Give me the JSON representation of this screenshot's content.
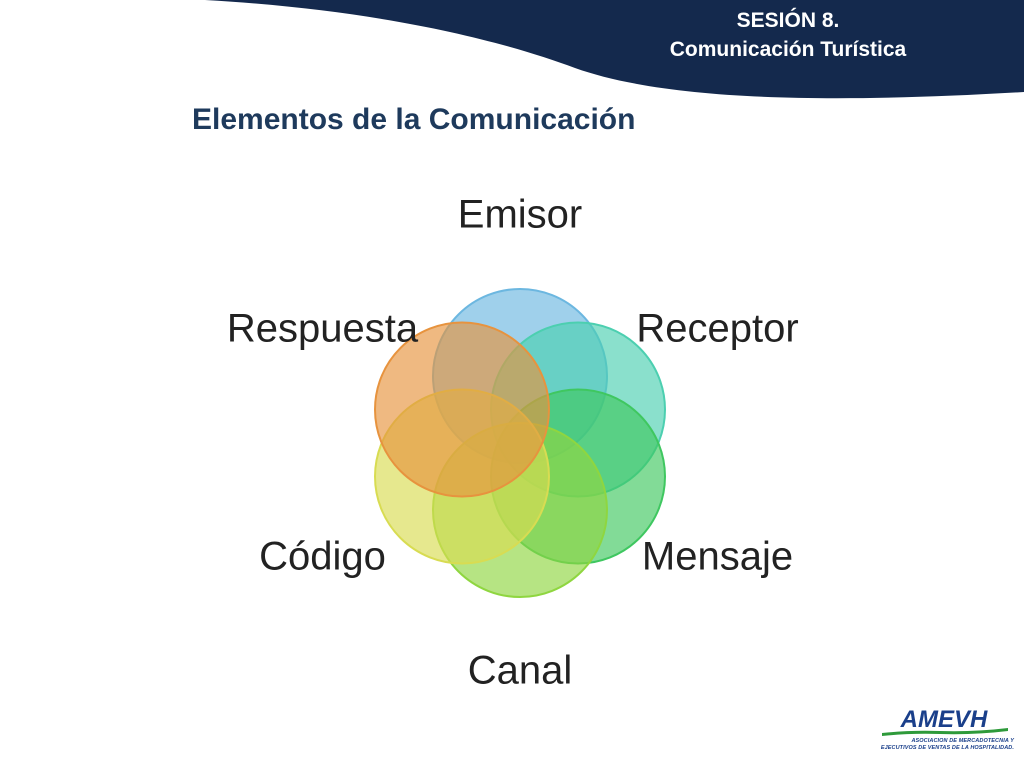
{
  "header": {
    "session": "SESIÓN 8.",
    "course": "Comunicación Turística"
  },
  "title": "Elementos de la Comunicación",
  "diagram": {
    "elements": [
      {
        "label": "Emisor",
        "color": "#6cb7e0"
      },
      {
        "label": "Receptor",
        "color": "#4ccfb0"
      },
      {
        "label": "Mensaje",
        "color": "#3fc760"
      },
      {
        "label": "Canal",
        "color": "#8fd640"
      },
      {
        "label": "Código",
        "color": "#d8dc52"
      },
      {
        "label": "Respuesta",
        "color": "#e7933e"
      }
    ]
  },
  "logo": {
    "name": "AMEVH",
    "line1": "ASOCIACION DE MERCADOTECNIA Y",
    "line2": "EJECUTIVOS DE VENTAS DE LA HOSPITALIDAD.",
    "colors": {
      "blue": "#1a3f8a",
      "green": "#2e9a3a"
    }
  },
  "colors": {
    "navy": "#14294d",
    "title": "#1e3a5c"
  }
}
